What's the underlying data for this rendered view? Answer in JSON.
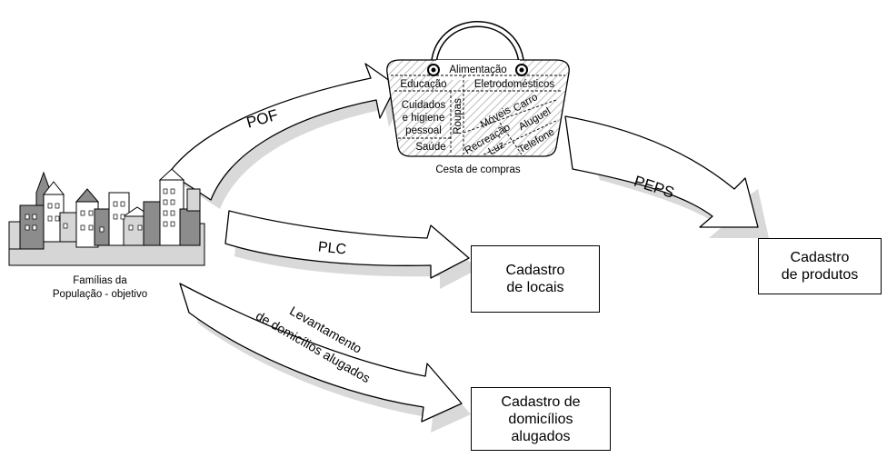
{
  "source": {
    "caption_line1": "Famílias da",
    "caption_line2": "População - objetivo"
  },
  "basket": {
    "caption": "Cesta de compras",
    "items": {
      "alimentacao": "Alimentação",
      "educacao": "Educação",
      "eletrodomesticos": "Eletrodomésticos",
      "cuidados_line1": "Cuidados",
      "cuidados_line2": "e higiene",
      "cuidados_line3": "pessoal",
      "roupas": "Roupas",
      "moveis": "Móveis",
      "carro": "Carro",
      "recreacao": "Recreação",
      "aluguel": "Aluguel",
      "saude": "Saúde",
      "luz": "Luz",
      "telefone": "Telefone"
    }
  },
  "arrows": {
    "pof": "POF",
    "peps": "PEPS",
    "plc": "PLC",
    "levantamento_line1": "Levantamento",
    "levantamento_line2": "de domicílios alugados"
  },
  "boxes": {
    "locais": "Cadastro\nde locais",
    "produtos": "Cadastro\nde produtos",
    "domicilios": "Cadastro de\ndomicílios\nalugados"
  },
  "colors": {
    "stroke": "#000000",
    "shadow": "#d9d9d9",
    "fill": "#ffffff",
    "building_dark": "#8c8c8c",
    "building_light": "#d6d6d6"
  }
}
